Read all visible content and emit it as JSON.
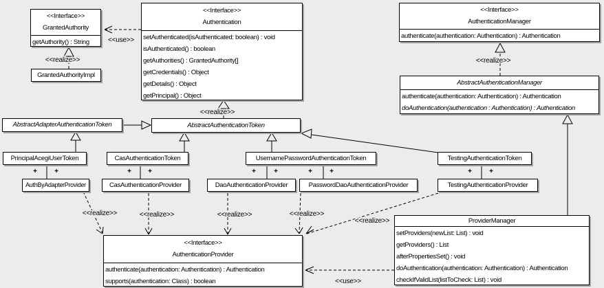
{
  "labels": {
    "realize": "<<realize>>",
    "use": "<<use>>",
    "plus": "+",
    "stereotype_interface": "<<Interface>>"
  },
  "colors": {
    "background": "#ececec",
    "box_fill": "#ffffff",
    "border": "#000000",
    "shadow": "#a3a3a3"
  },
  "classes": {
    "granted_authority": {
      "stereotype": "<<Interface>>",
      "name": "GrantedAuthority",
      "methods": [
        "getAuthority() : String"
      ]
    },
    "granted_authority_impl": {
      "name": "GrantedAuthorityImpl"
    },
    "authentication": {
      "stereotype": "<<Interface>>",
      "name": "Authentication",
      "methods": [
        "setAuthenticated(isAuthenticated: boolean) : void",
        "isAuthenticated() : boolean",
        "getAuthorities() : GrantedAuthority[]",
        "getCredentials() : Object",
        "getDetails() : Object",
        "getPrincipal() : Object"
      ]
    },
    "authentication_manager": {
      "stereotype": "<<Interface>>",
      "name": "AuthenticationManager",
      "methods": [
        "authenticate(authentication: Authentication) : Authentication"
      ]
    },
    "abstract_authentication_manager": {
      "name": "AbstractAuthenticationManager",
      "methods": [
        "authenticate(authentication: Authentication) : Authentication",
        "doAuthentication(authentication : Authentication) : Authentication"
      ]
    },
    "abstract_adapter_authentication_token": {
      "name": "AbstractAdapterAuthenticationToken"
    },
    "abstract_authentication_token": {
      "name": "AbstractAuthenticationToken"
    },
    "principal_acegi_user_token": {
      "name": "PrincipalAcegiUserToken"
    },
    "cas_authentication_token": {
      "name": "CasAuthenticationToken"
    },
    "username_password_authentication_token": {
      "name": "UsernamePasswordAuthenticationToken"
    },
    "testing_authentication_token": {
      "name": "TestingAuthenticationToken"
    },
    "auth_by_adapter_provider": {
      "name": "AuthByAdapterProvider"
    },
    "cas_authentication_provider": {
      "name": "CasAuthenticationProvider"
    },
    "dao_authentication_provider": {
      "name": "DaoAuthenticationProvider"
    },
    "password_dao_authentication_provider": {
      "name": "PasswordDaoAuthenticationProvider"
    },
    "testing_authentication_provider": {
      "name": "TestingAuthenticationProvider"
    },
    "authentication_provider": {
      "stereotype": "<<Interface>>",
      "name": "AuthenticationProvider",
      "methods": [
        "authenticate(authentication: Authentication) : Authentication",
        "supports(authentication: Class) : boolean"
      ]
    },
    "provider_manager": {
      "name": "ProviderManager",
      "methods": [
        "setProviders(newList: List) : void",
        "getProviders() : List",
        "afterPropertiesSet() : void",
        "doAuthentication(authentication: Authentication) : Authentication",
        "checkIfValidList(listToCheck: List) : void"
      ]
    }
  }
}
